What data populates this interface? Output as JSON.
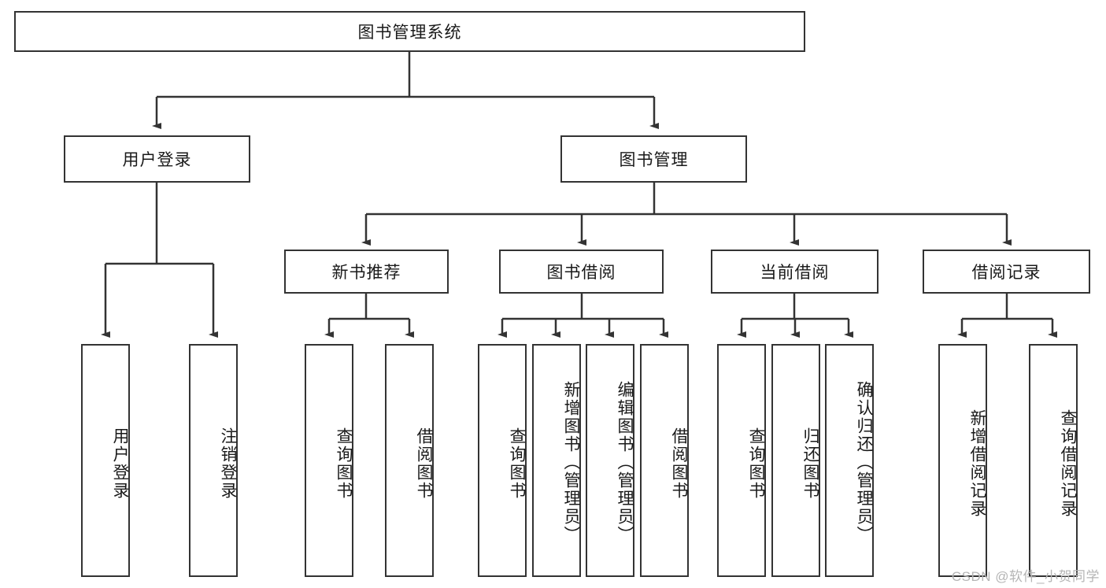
{
  "diagram": {
    "type": "tree-hierarchy",
    "title": "图书管理系统",
    "root": {
      "id": "root",
      "label": "图书管理系统",
      "orientation": "horizontal"
    },
    "level2": [
      {
        "id": "user-login",
        "label": "用户登录",
        "orientation": "horizontal"
      },
      {
        "id": "book-management",
        "label": "图书管理",
        "orientation": "horizontal"
      }
    ],
    "level3": [
      {
        "id": "new-book-recommend",
        "label": "新书推荐",
        "orientation": "horizontal",
        "parent": "book-management"
      },
      {
        "id": "book-borrow",
        "label": "图书借阅",
        "orientation": "horizontal",
        "parent": "book-management"
      },
      {
        "id": "current-borrow",
        "label": "当前借阅",
        "orientation": "horizontal",
        "parent": "book-management"
      },
      {
        "id": "borrow-record",
        "label": "借阅记录",
        "orientation": "horizontal",
        "parent": "book-management"
      }
    ],
    "leaves": [
      {
        "id": "leaf-user-login",
        "label": "用户登录",
        "parent": "user-login"
      },
      {
        "id": "leaf-user-logout",
        "label": "注销登录",
        "parent": "user-login"
      },
      {
        "id": "leaf-query-book-1",
        "label": "查询图书",
        "parent": "new-book-recommend"
      },
      {
        "id": "leaf-borrow-book-1",
        "label": "借阅图书",
        "parent": "new-book-recommend"
      },
      {
        "id": "leaf-query-book-2",
        "label": "查询图书",
        "parent": "book-borrow"
      },
      {
        "id": "leaf-add-book",
        "label": "新增图书（管理员）",
        "parent": "book-borrow"
      },
      {
        "id": "leaf-edit-book",
        "label": "编辑图书（管理员）",
        "parent": "book-borrow"
      },
      {
        "id": "leaf-borrow-book-2",
        "label": "借阅图书",
        "parent": "book-borrow"
      },
      {
        "id": "leaf-query-book-3",
        "label": "查询图书",
        "parent": "current-borrow"
      },
      {
        "id": "leaf-return-book",
        "label": "归还图书",
        "parent": "current-borrow"
      },
      {
        "id": "leaf-confirm-return",
        "label": "确认归还（管理员）",
        "parent": "current-borrow"
      },
      {
        "id": "leaf-add-record",
        "label": "新增借阅记录",
        "parent": "borrow-record"
      },
      {
        "id": "leaf-query-record",
        "label": "查询借阅记录",
        "parent": "borrow-record"
      }
    ]
  },
  "watermark": {
    "text": "CSDN @软件_小贺同学"
  },
  "colors": {
    "stroke": "#333333",
    "background": "#ffffff",
    "text": "#1a1a1a",
    "watermark": "#b5b5b5"
  }
}
